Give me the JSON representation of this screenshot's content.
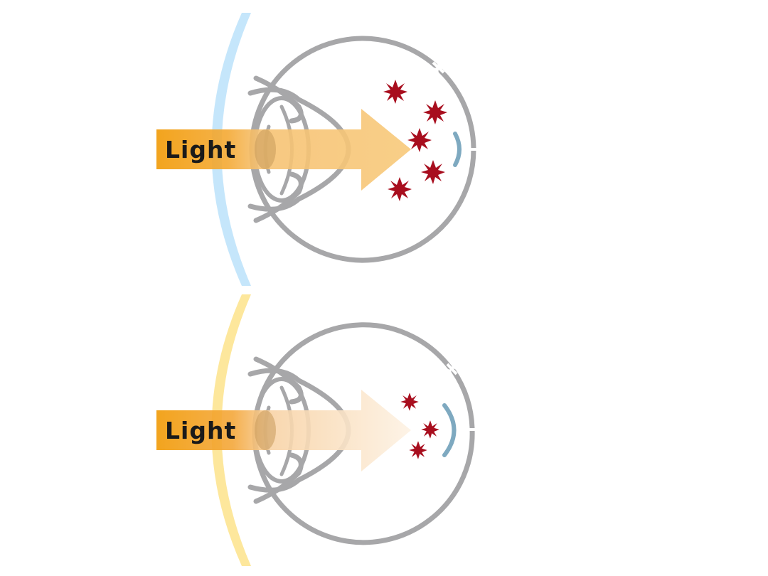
{
  "panels": [
    {
      "id": "top",
      "lens_tint": "blue",
      "lens_color": "#c5e6fb",
      "light_label": "Light",
      "light_intensity": "strong",
      "damage_marks": 5
    },
    {
      "id": "bottom",
      "lens_tint": "yellow",
      "lens_color": "#fde79c",
      "light_label": "Light",
      "light_intensity": "reduced",
      "damage_marks": 3
    }
  ],
  "colors": {
    "eye_outline": "#a7a7a9",
    "light_arrow_start": "#f19a05",
    "light_arrow_top_end": "#f8c97a",
    "light_arrow_bottom_end": "#fdf0e0",
    "damage": "#a80e1e",
    "retina_mark": "#7ea9c0"
  }
}
